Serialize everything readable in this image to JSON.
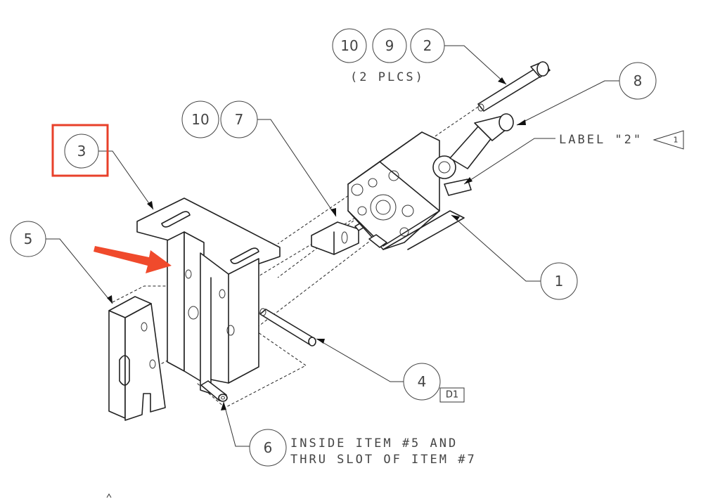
{
  "balloons": {
    "b10a": "10",
    "b9": "9",
    "b2": "2",
    "b8": "8",
    "b10b": "10",
    "b7": "7",
    "b3": "3",
    "b5": "5",
    "b1": "1",
    "b4": "4",
    "b6": "6"
  },
  "notes": {
    "plcs": "(2 PLCS)",
    "label2": "LABEL \"2\"",
    "flag_number": "1",
    "d1_box": "D1",
    "inside_line1": "INSIDE ITEM #5 AND",
    "inside_line2": "THRU SLOT OF ITEM #7"
  },
  "highlight": {
    "box_color": "#e8402a",
    "arrow_color": "#f04a2c"
  }
}
